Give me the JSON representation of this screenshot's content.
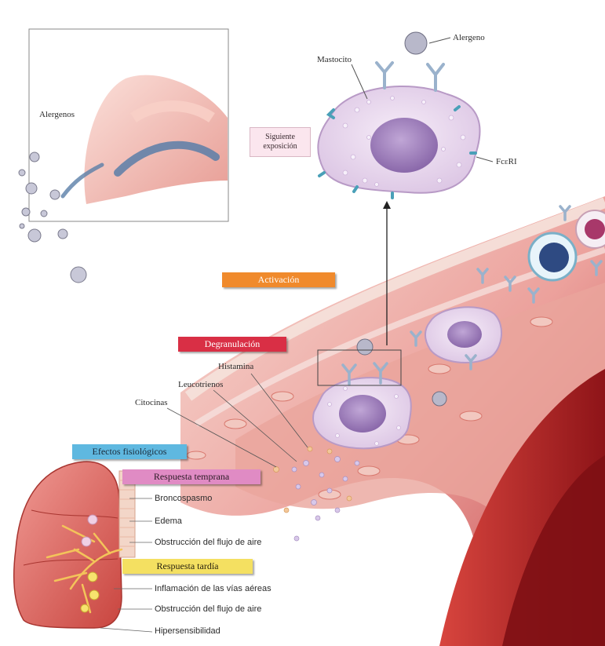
{
  "labels": {
    "alergenos": "Alergenos",
    "siguiente_line1": "Siguiente",
    "siguiente_line2": "exposición",
    "mastocito": "Mastocito",
    "alergeno": "Alergeno",
    "fceri": "FcεRI",
    "activacion": "Activación",
    "degranulacion": "Degranulación",
    "histamina": "Histamina",
    "leucotrienos": "Leucotrienos",
    "citocinas": "Citocinas",
    "efectos": "Efectos fisiológicos",
    "respuesta_temprana": "Respuesta temprana",
    "broncospasmo": "Broncospasmo",
    "edema": "Edema",
    "obstruccion1": "Obstrucción del flujo de aire",
    "respuesta_tardia": "Respuesta tardía",
    "inflamacion": "Inflamación de las vías aéreas",
    "obstruccion2": "Obstrucción del flujo de aire",
    "hipersensibilidad": "Hipersensibilidad"
  },
  "colors": {
    "activacion_bg": "#f08a2c",
    "degranulacion_bg": "#d92f45",
    "efectos_bg": "#5fb8e0",
    "temprana_bg": "#e08bc4",
    "tardia_bg": "#f4e061",
    "vessel": "#c8262a",
    "cell_membrane": "#e8d8ee",
    "nucleus": "#9a7cb8",
    "receptor": "#4aa0b8"
  }
}
